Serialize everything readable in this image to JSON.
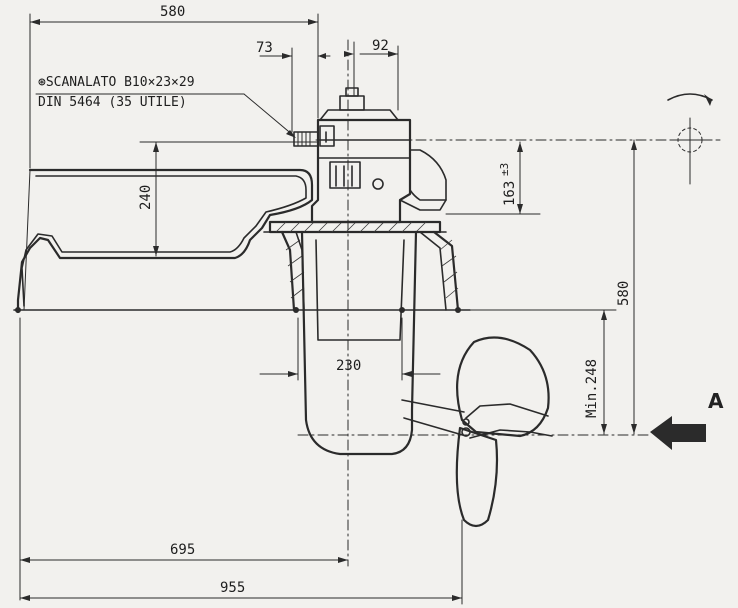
{
  "dimensions": {
    "top_width": "580",
    "offset_left": "73",
    "offset_right": "92",
    "height_flange": "240",
    "height_upper": "163",
    "height_upper_tol": "±3",
    "height_right": "580",
    "min_depth": "Min.248",
    "shaft_width": "230",
    "span_lower": "695",
    "span_total": "955"
  },
  "notes": {
    "spline_line1": "⊛SCANALATO  B10×23×29",
    "spline_line2": "DIN 5464 (35 UTILE)"
  },
  "view_marker": {
    "label": "A"
  }
}
